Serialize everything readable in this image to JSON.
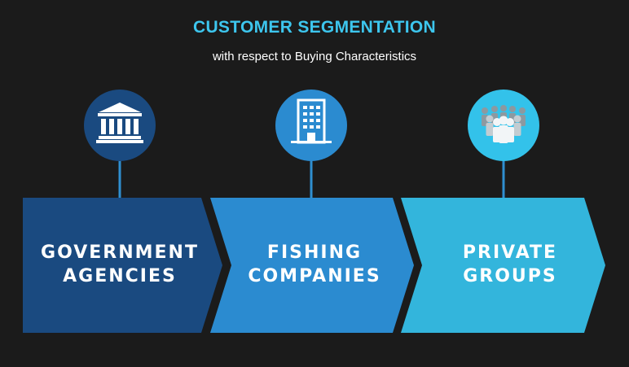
{
  "header": {
    "title": "CUSTOMER SEGMENTATION",
    "subtitle": "with respect to Buying Characteristics"
  },
  "segments": [
    {
      "line1": "GOVERNMENT",
      "line2": "AGENCIES",
      "icon": "government-building-icon",
      "arrow_color": "#1a4a80",
      "circle_color": "#1a4a80"
    },
    {
      "line1": "FISHING",
      "line2": "COMPANIES",
      "icon": "office-building-icon",
      "arrow_color": "#2b8bd0",
      "circle_color": "#2b8bd0"
    },
    {
      "line1": "PRIVATE",
      "line2": "GROUPS",
      "icon": "people-group-icon",
      "arrow_color": "#33b5dc",
      "circle_color": "#33c2ea"
    }
  ],
  "colors": {
    "background": "#1b1b1b",
    "title": "#3dc6ee",
    "text": "#ffffff",
    "connector": "#2f8fd0"
  }
}
